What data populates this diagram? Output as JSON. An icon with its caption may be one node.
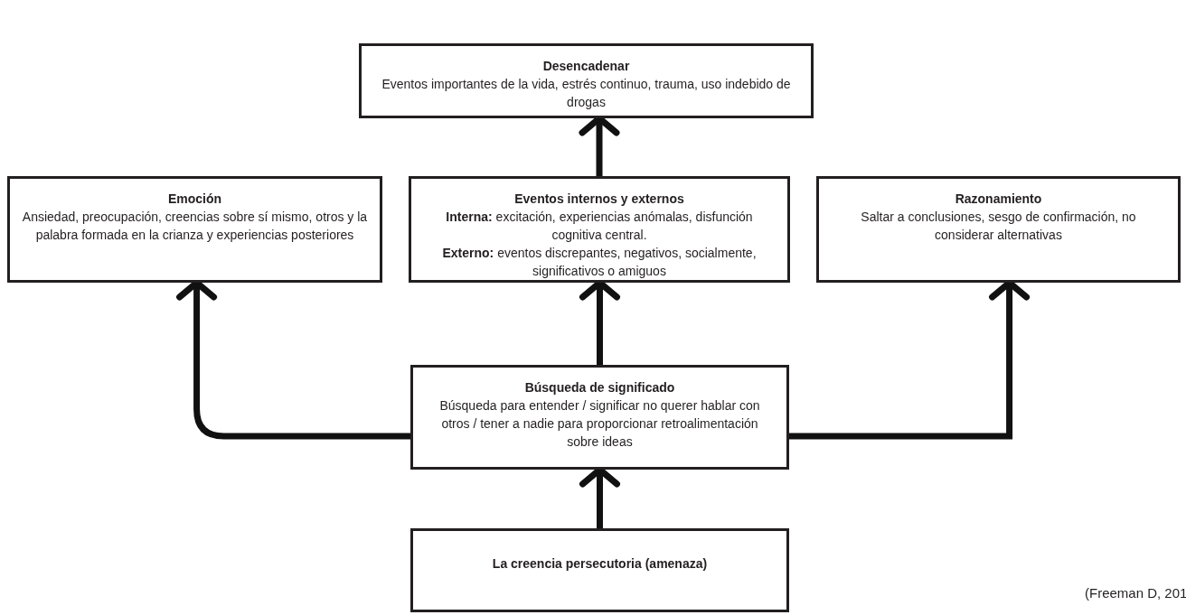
{
  "diagram": {
    "nodes": [
      {
        "text": [
          "Desencadenar",
          "Eventos importantes de la vida, estrés continuo, trauma, uso indebido de drogas"
        ]
      },
      {
        "text": [
          "Emoción",
          "Ansiedad, preocupación, creencias sobre sí mismo, otros y la palabra formada en la crianza y experiencias posteriores"
        ]
      },
      {
        "text": [
          "Eventos internos y externos",
          "**Interna:** excitación, experiencias anómalas, disfunción cognitiva central.",
          "**Externo:** eventos discrepantes, negativos, socialmente, significativos o amiguos"
        ]
      },
      {
        "text": [
          "Razonamiento",
          "Saltar a conclusiones, sesgo de confirmación, no considerar alternativas"
        ]
      },
      {
        "text": [
          "Búsqueda de significado",
          "Búsqueda para entender / significar no querer hablar con otros / tener a nadie para proporcionar retroalimentación sobre ideas"
        ]
      },
      {
        "text": [
          "La creencia persecutoria (amenaza)"
        ]
      }
    ],
    "edges": [
      {
        "from": 5,
        "to": 4,
        "arrow": "to"
      },
      {
        "from": 4,
        "to": 1,
        "arrow": "to"
      },
      {
        "from": 4,
        "to": 2,
        "arrow": "to"
      },
      {
        "from": 4,
        "to": 3,
        "arrow": "to"
      },
      {
        "from": 2,
        "to": 0,
        "arrow": "to"
      }
    ],
    "labels": [
      "(Freeman D, 201"
    ]
  }
}
